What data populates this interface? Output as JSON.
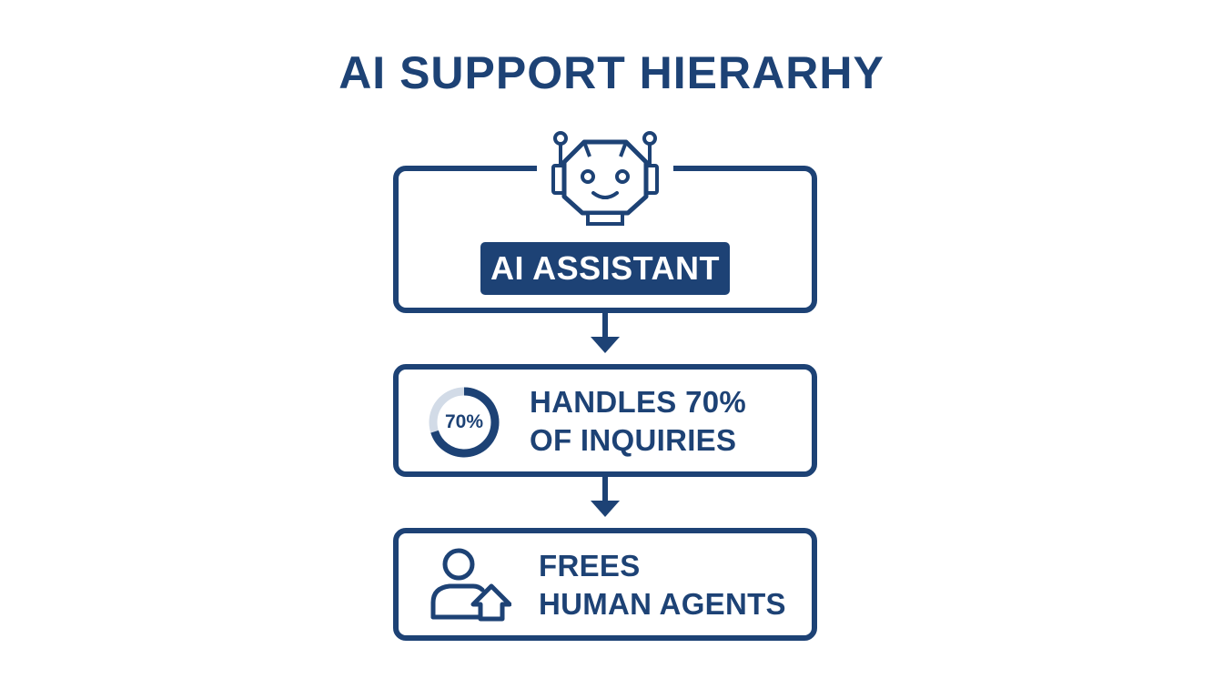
{
  "title": "AI SUPPORT HIERARHY",
  "colors": {
    "primary": "#1d4275",
    "background": "#ffffff"
  },
  "nodes": [
    {
      "id": "assistant",
      "icon": "robot-icon",
      "label": "AI ASSISTANT"
    },
    {
      "id": "handles",
      "icon": "progress-ring-icon",
      "gauge_value": "70%",
      "gauge_fraction": 0.7,
      "line1": "HANDLES 70%",
      "line2": "OF INQUIRIES"
    },
    {
      "id": "frees",
      "icon": "user-upgrade-icon",
      "line1": "FREES",
      "line2": "HUMAN AGENTS"
    }
  ]
}
